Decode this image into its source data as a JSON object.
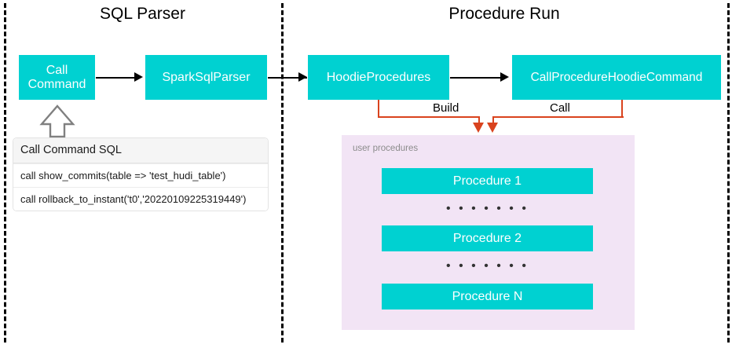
{
  "diagram": {
    "sections": [
      {
        "title": "SQL Parser"
      },
      {
        "title": "Procedure Run"
      }
    ],
    "nodes": {
      "call_command": "Call\nCommand",
      "call_command_line1": "Call",
      "call_command_line2": "Command",
      "spark_sql_parser": "SparkSqlParser",
      "hoodie_procedures": "HoodieProcedures",
      "call_procedure_hoodie_command": "CallProcedureHoodieCommand"
    },
    "edges": {
      "build_label": "Build",
      "call_label": "Call"
    },
    "sql_card": {
      "header": "Call Command SQL",
      "rows": [
        "call show_commits(table => 'test_hudi_table')",
        "call rollback_to_instant('t0','20220109225319449')"
      ]
    },
    "procedures_panel": {
      "caption": "user procedures",
      "items": [
        "Procedure 1",
        "Procedure 2",
        "Procedure N"
      ],
      "ellipsis": "• • • • • • •"
    },
    "colors": {
      "node_fill": "#00D1D1",
      "node_text": "#FFFFFF",
      "panel_fill": "#F2E4F5",
      "orange_edge": "#D9431E",
      "black_edge": "#000000",
      "divider": "#000000"
    }
  }
}
